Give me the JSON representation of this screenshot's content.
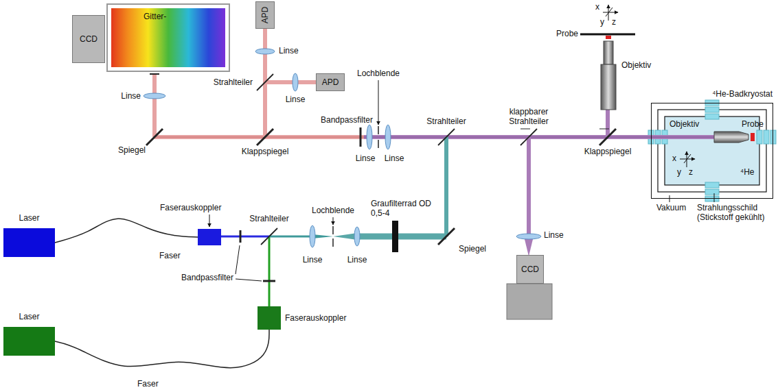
{
  "diagram": {
    "nodes": [
      {
        "text": [
          "Laser"
        ]
      },
      {
        "text": [
          "Faserauskoppler"
        ]
      },
      {
        "text": [
          "Laser"
        ]
      },
      {
        "text": [
          "Faserauskoppler"
        ]
      },
      {
        "text": [
          "APD"
        ]
      },
      {
        "text": [
          "APD"
        ]
      },
      {
        "text": [
          "CCD"
        ]
      },
      {
        "text": [
          "Gitter-"
        ]
      },
      {
        "text": [
          "CCD"
        ]
      },
      {
        "text": [
          "⁴He-Badkryostat"
        ]
      }
    ],
    "edges": [
      {
        "from": 0,
        "to": 1,
        "arrow": "none",
        "label": "Faser"
      },
      {
        "from": 2,
        "to": 3,
        "arrow": "none",
        "label": "Faser"
      }
    ],
    "labels": [
      "Linse",
      "Strahlteiler",
      "Linse",
      "Linse",
      "Spiegel",
      "Klappspiegel",
      "Bandpassfilter",
      "Lochblende",
      "Linse",
      "Linse",
      "Strahlteiler",
      "klappbarer Strahlteiler",
      "Klappspiegel",
      "Probe",
      "Objektiv",
      "x",
      "y",
      "z",
      "Objektiv",
      "Probe",
      "x",
      "y",
      "z",
      "⁴He",
      "Vakuum",
      "Strahlungsschild (Stickstoff gekühlt)",
      "Linse",
      "Strahlteiler",
      "Lochblende",
      "Graufilterrad OD 0,5-4",
      "Spiegel",
      "Bandpassfilter",
      "Linse",
      "Linse"
    ]
  }
}
